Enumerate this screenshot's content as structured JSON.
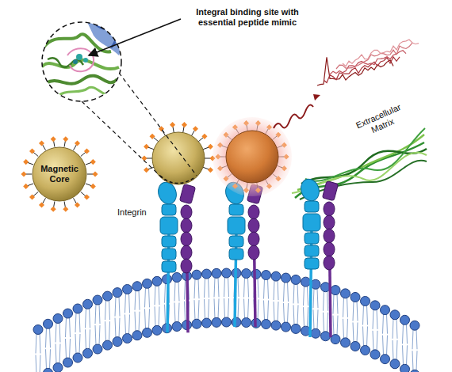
{
  "diagram": {
    "nodes": [
      {
        "text": [
          "Magnetic Core"
        ]
      }
    ],
    "labels": [
      "Integral binding site with essential peptide mimic",
      "Integrin",
      "Extracellular Matrix"
    ]
  }
}
